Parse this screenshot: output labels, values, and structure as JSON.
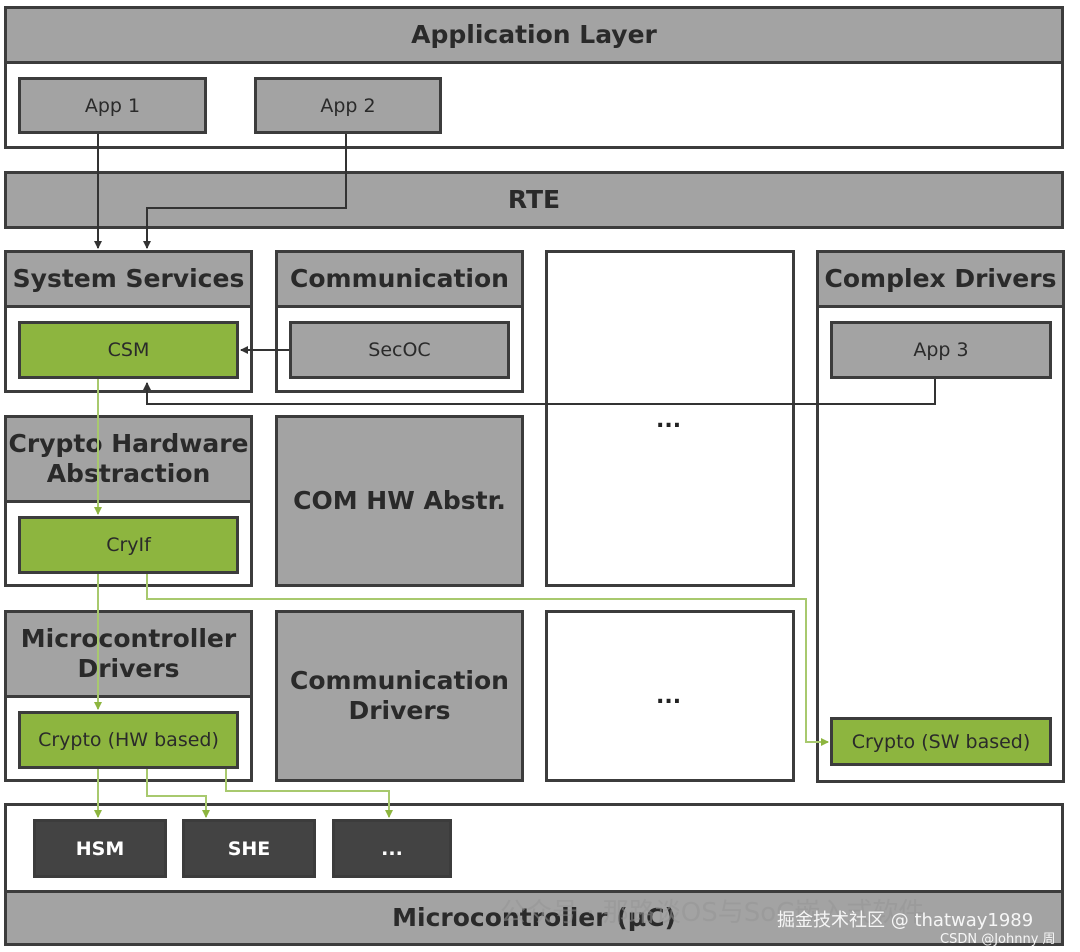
{
  "application_layer": {
    "title": "Application Layer",
    "app1": "App 1",
    "app2": "App 2"
  },
  "rte": {
    "title": "RTE"
  },
  "system_services": {
    "title": "System Services",
    "csm": "CSM"
  },
  "communication": {
    "title": "Communication",
    "secoc": "SecOC"
  },
  "middle_column": {
    "upper_ellipsis": "...",
    "lower_ellipsis": "..."
  },
  "complex_drivers": {
    "title": "Complex Drivers",
    "app3": "App 3",
    "crypto_sw": "Crypto (SW based)"
  },
  "crypto_hw_abstraction": {
    "title_line1": "Crypto Hardware",
    "title_line2": "Abstraction",
    "cryif": "CryIf"
  },
  "com_hw_abstr": {
    "title": "COM HW Abstr."
  },
  "microcontroller_drivers": {
    "title_line1": "Microcontroller",
    "title_line2": "Drivers",
    "crypto_hw": "Crypto (HW based)"
  },
  "communication_drivers": {
    "title_line1": "Communication",
    "title_line2": "Drivers"
  },
  "hardware": {
    "hsm": "HSM",
    "she": "SHE",
    "more": "..."
  },
  "microcontroller": {
    "title": "Microcontroller (µC)"
  },
  "watermarks": {
    "line1": "公众号 · 那路谈OS与SoC嵌入式软件",
    "line2": "掘金技术社区 @ thatway1989",
    "line3": "CSDN @Johnny 周"
  },
  "colors": {
    "header_gray": "#a3a3a3",
    "accent_green": "#8db53f",
    "dark_block": "#434343",
    "border": "#3c3c3c"
  }
}
